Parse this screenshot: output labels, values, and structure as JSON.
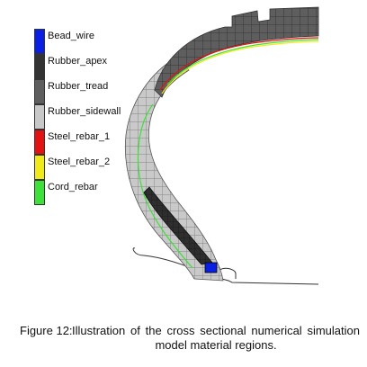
{
  "legend": {
    "items": [
      {
        "label": "Bead_wire",
        "color": "#0a1fe6"
      },
      {
        "label": "Rubber_apex",
        "color": "#333333"
      },
      {
        "label": "Rubber_tread",
        "color": "#5e5e5e"
      },
      {
        "label": "Rubber_sidewall",
        "color": "#c8c8c8"
      },
      {
        "label": "Steel_rebar_1",
        "color": "#e41212"
      },
      {
        "label": "Steel_rebar_2",
        "color": "#f0ea18"
      },
      {
        "label": "Cord_rebar",
        "color": "#3ee03a"
      }
    ]
  },
  "caption": {
    "lead": "Figure 12:",
    "text": "Illustration of the cross sectional numerical simulation model material regions."
  }
}
